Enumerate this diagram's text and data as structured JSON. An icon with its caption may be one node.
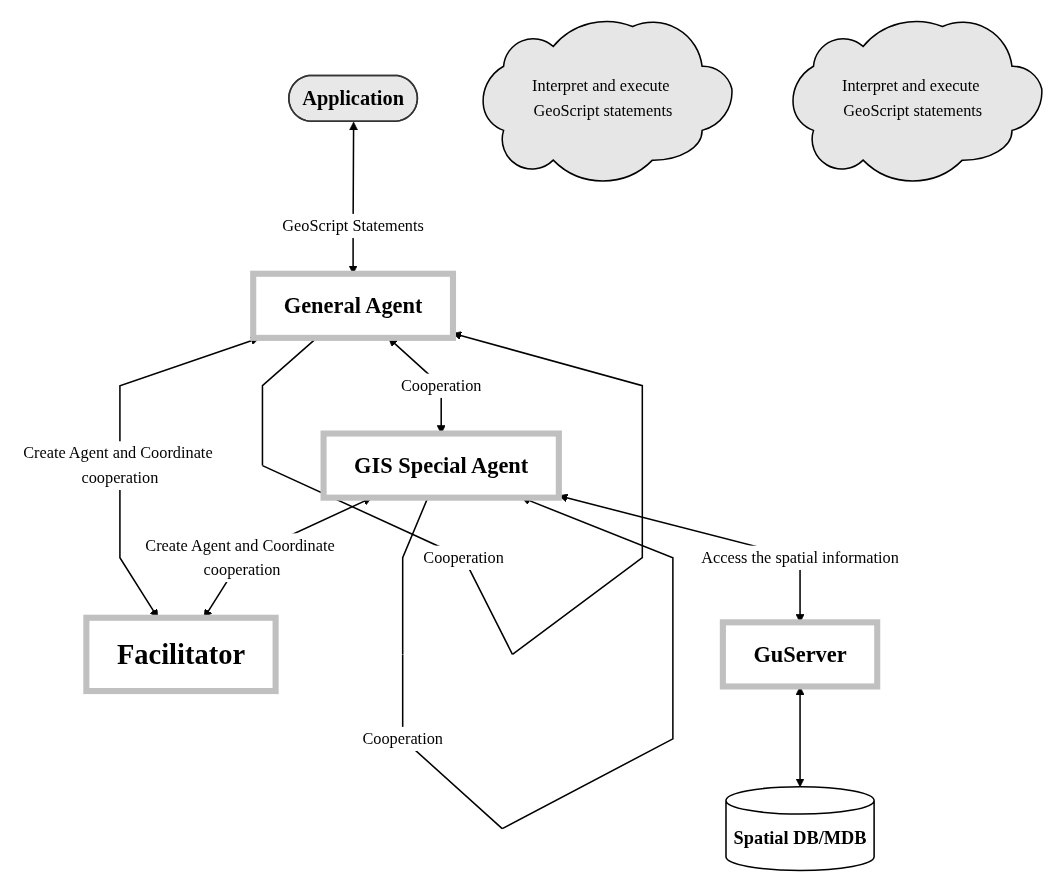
{
  "diagram": {
    "nodes": [
      {
        "text": [
          "Application"
        ]
      },
      {
        "text": [
          "Interpret and execute GeoScript statements"
        ]
      },
      {
        "text": [
          "General Agent"
        ]
      },
      {
        "text": [
          "Interpret and execute GeoScript statements"
        ]
      },
      {
        "text": [
          "GIS Special Agent"
        ]
      },
      {
        "text": [
          "Facilitator"
        ]
      },
      {
        "text": [
          "GuServer"
        ]
      },
      {
        "text": [
          "Spatial DB/MDB"
        ]
      }
    ],
    "edges": [
      {
        "from": 0,
        "to": 2,
        "arrow": "both",
        "label": "GeoScript Statements"
      },
      {
        "from": 2,
        "to": 2,
        "arrow": "to",
        "label": "Cooperation"
      },
      {
        "from": 2,
        "to": 4,
        "arrow": "both",
        "label": "Cooperation"
      },
      {
        "from": 2,
        "to": 5,
        "arrow": "both",
        "label": "Create Agent and Coordinate cooperation"
      },
      {
        "from": 4,
        "to": 5,
        "arrow": "both",
        "label": "Create Agent and Coordinate cooperation"
      },
      {
        "from": 4,
        "to": 4,
        "arrow": "to",
        "label": "Cooperation"
      },
      {
        "from": 4,
        "to": 6,
        "arrow": "both",
        "label": "Access the spatial information"
      },
      {
        "from": 6,
        "to": 7,
        "arrow": "both"
      }
    ]
  }
}
